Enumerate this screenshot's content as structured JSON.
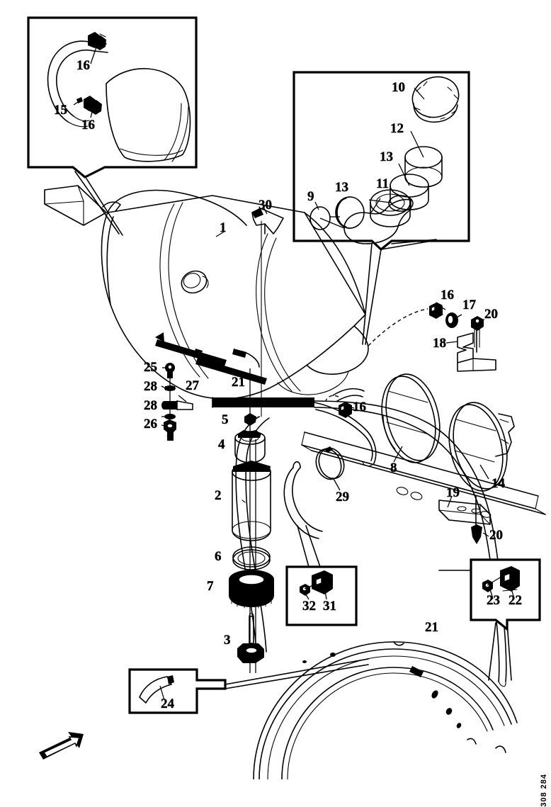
{
  "document": {
    "type": "exploded-parts-diagram",
    "subject": "Fuel tank, straps, filler neck and fuel pump assembly",
    "drawing_number": "308 284",
    "direction_arrow": "forward-direction-arrow"
  },
  "panels": [
    {
      "id": "panel-top-left",
      "callouts": [
        "16",
        "15",
        "16"
      ]
    },
    {
      "id": "panel-top-right",
      "callouts": [
        "10",
        "12",
        "13",
        "9",
        "13",
        "11"
      ]
    },
    {
      "id": "panel-lower-mid",
      "callouts": [
        "32",
        "31"
      ]
    },
    {
      "id": "panel-lower-right",
      "callouts": [
        "23",
        "22"
      ]
    },
    {
      "id": "panel-bottom-left",
      "callouts": [
        "24"
      ]
    }
  ],
  "callouts": {
    "c16a": "16",
    "c15": "15",
    "c16b": "16",
    "c10": "10",
    "c12": "12",
    "c13a": "13",
    "c9": "9",
    "c13b": "13",
    "c11": "11",
    "c1": "1",
    "c30": "30",
    "c16c": "16",
    "c17": "17",
    "c20a": "20",
    "c18": "18",
    "c25": "25",
    "c28a": "28",
    "c27": "27",
    "c28b": "28",
    "c26": "26",
    "c21a": "21",
    "c5": "5",
    "c4": "4",
    "c2": "2",
    "c6": "6",
    "c7": "7",
    "c3": "3",
    "c16d": "16",
    "c8": "8",
    "c14": "14",
    "c29": "29",
    "c19": "19",
    "c20b": "20",
    "c32": "32",
    "c31": "31",
    "c23": "23",
    "c22": "22",
    "c24": "24",
    "c21b": "21"
  }
}
